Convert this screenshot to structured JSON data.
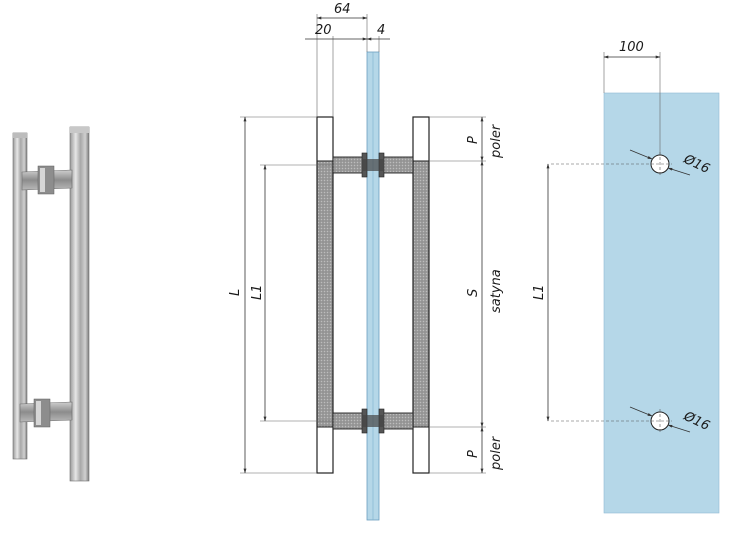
{
  "dimensions": {
    "top_total": "64",
    "top_left": "20",
    "top_right": "4",
    "length_total": "L",
    "length_spacing": "L1",
    "polished_top": "P",
    "polished_top_label": "poler",
    "satin_section": "S",
    "satin_section_label": "satyna",
    "polished_bottom": "P",
    "polished_bottom_label": "poler",
    "panel_edge_distance": "100",
    "hole_spacing": "L1",
    "hole_top_diameter": "Ø16",
    "hole_bottom_diameter": "Ø16"
  },
  "colors": {
    "glass": "#b5d7e8",
    "glass_edge": "#6b9fbf",
    "steel_light": "#d8d8d8",
    "steel_dark": "#7a7a7a",
    "line": "#333333"
  }
}
